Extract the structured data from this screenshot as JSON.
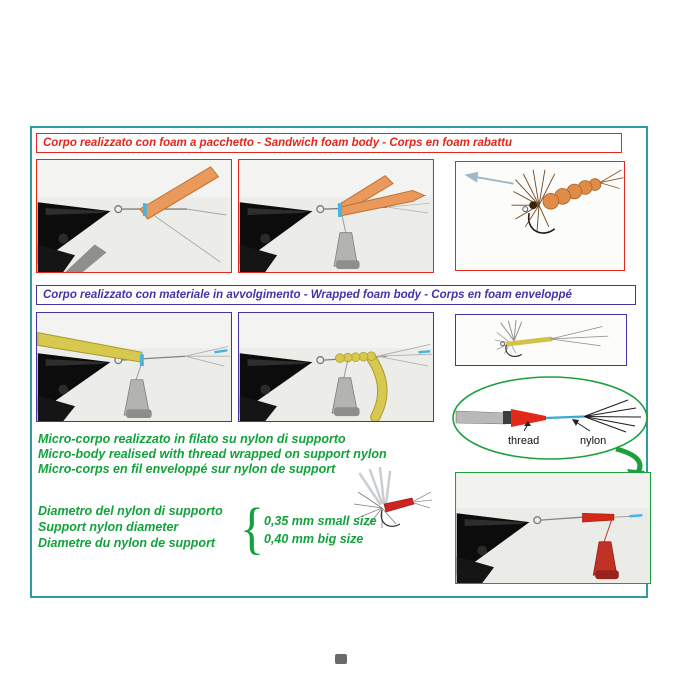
{
  "page": {
    "frame_color": "#2f9aa1",
    "background": "#ffffff"
  },
  "sandwich_section": {
    "title": "Corpo realizzato con foam a pacchetto - Sandwich foam body - Corps en foam rabattu",
    "accent": "#e8251c",
    "foam_color": "#e9995b"
  },
  "wrapped_section": {
    "title": "Corpo realizzato con materiale in avvolgimento - Wrapped foam body - Corps en foam enveloppé",
    "accent": "#4733a8",
    "foam_color": "#d7c94f"
  },
  "micro_section": {
    "accent": "#12a23c",
    "line1": "Micro-corpo realizzato in filato su nylon di supporto",
    "line2": "Micro-body realised with thread wrapped on support nylon",
    "line3": "Micro-corps en fil enveloppé sur nylon de support"
  },
  "diameter_section": {
    "line1": "Diametro del nylon di supporto",
    "line2": "Support nylon diameter",
    "line3": "Diametre du nylon de support",
    "brace": "{",
    "size_small": "0,35 mm small size",
    "size_big": "0,40 mm big size"
  },
  "nylon_diagram": {
    "thread_label": "thread",
    "nylon_label": "nylon",
    "thread_color": "#e22818",
    "nylon_color": "#38a8d8"
  }
}
